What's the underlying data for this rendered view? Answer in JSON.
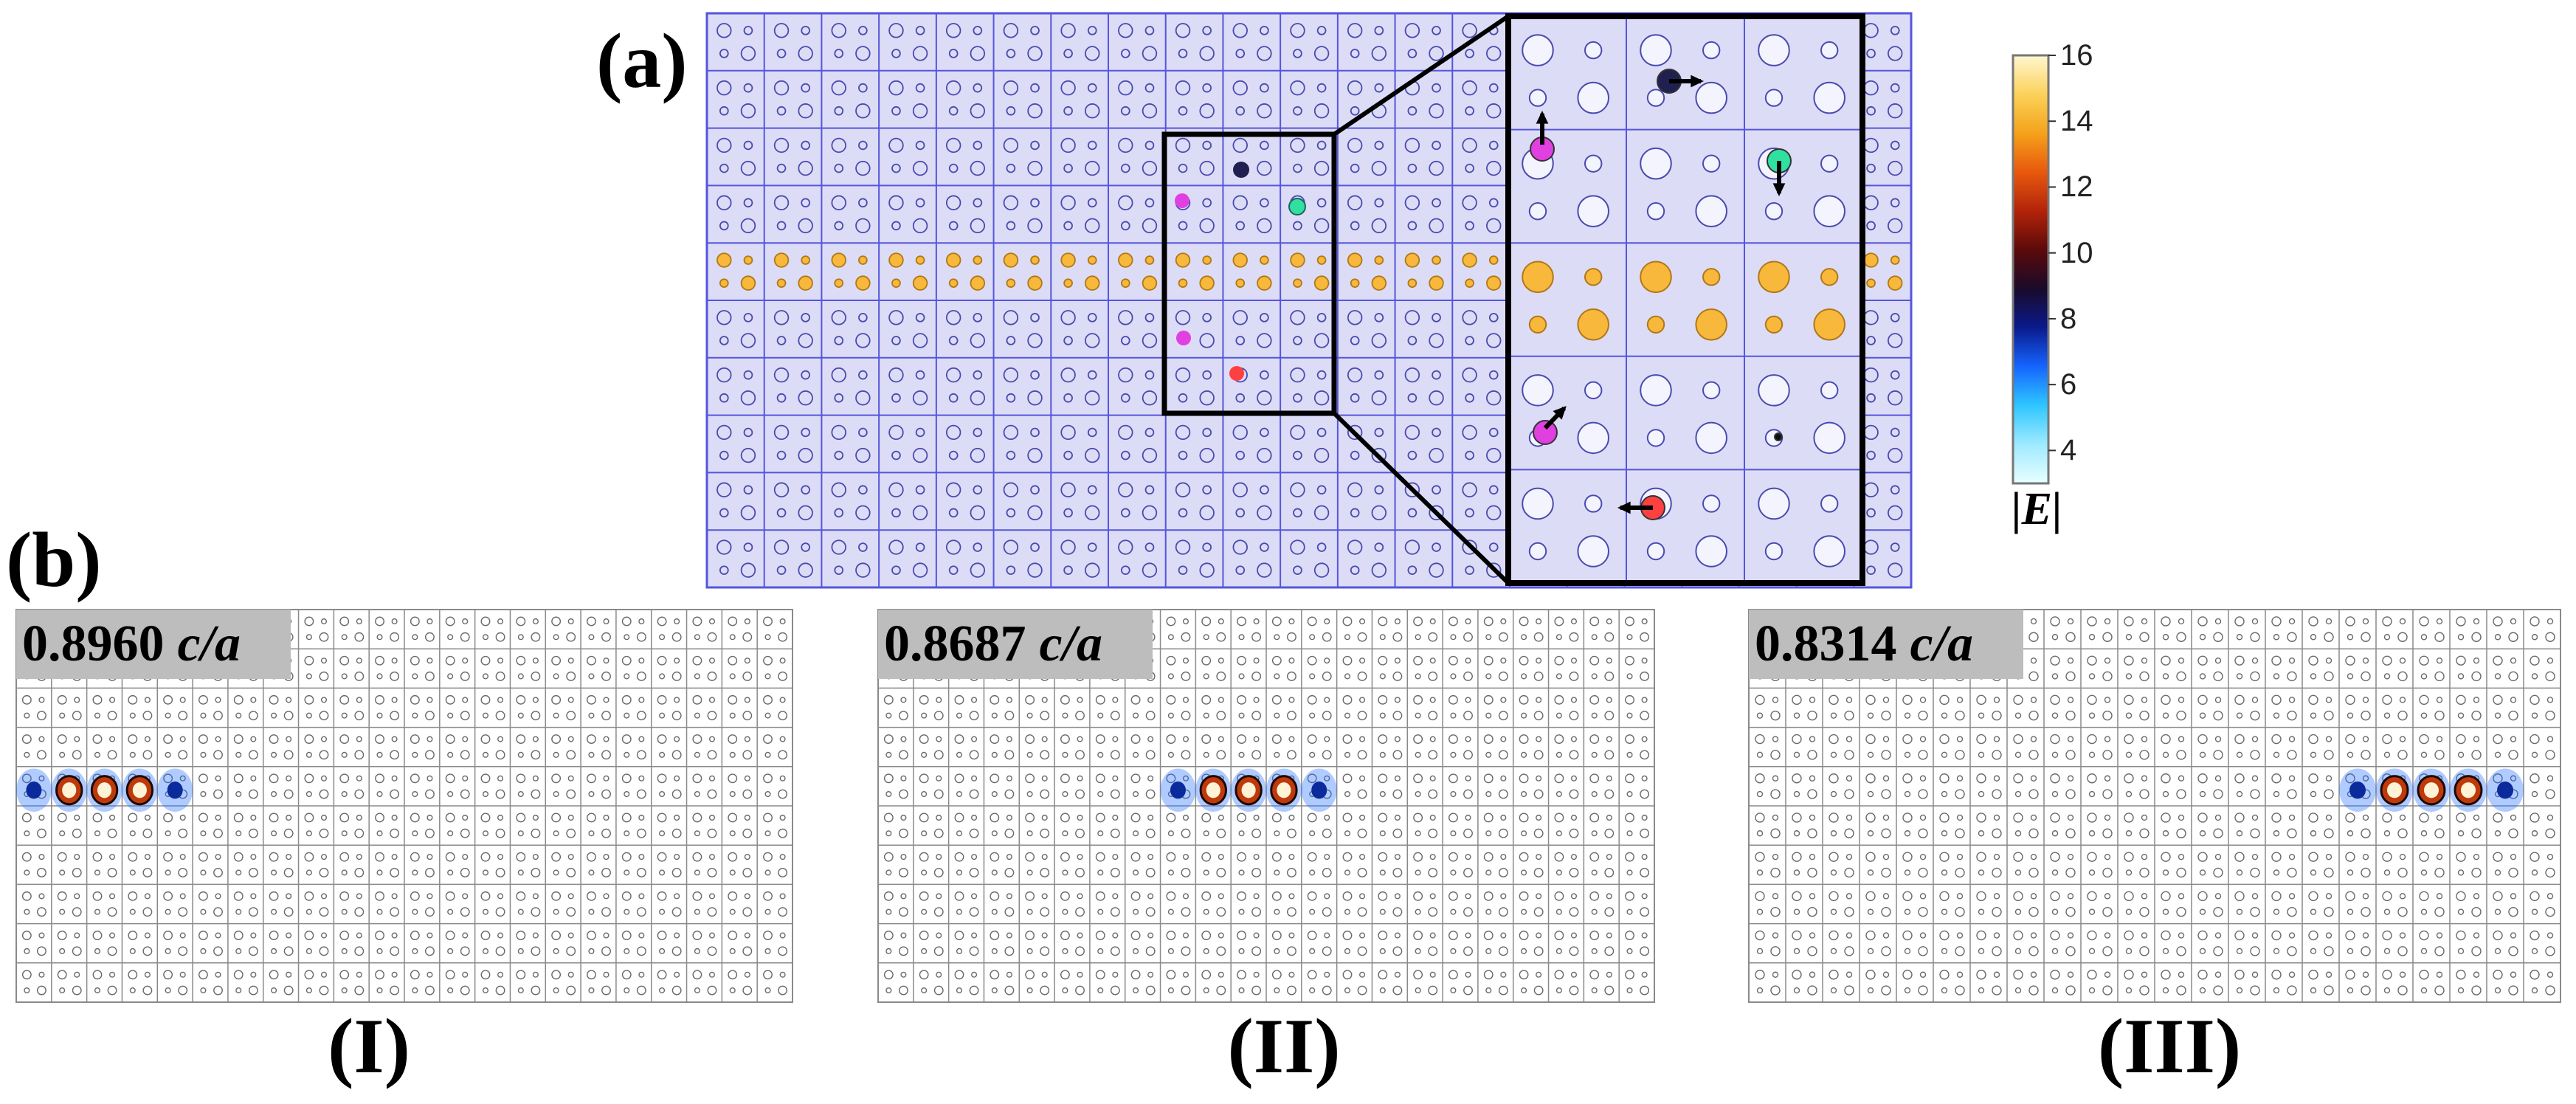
{
  "panel_a": {
    "label": "(a)",
    "colorbar": {
      "title": "|E|",
      "ticks": [
        "16",
        "14",
        "12",
        "10",
        "8",
        "6",
        "4"
      ],
      "range": [
        3,
        16
      ],
      "colormap": [
        "#e8ffff",
        "#9feaff",
        "#2ec6ff",
        "#1565ff",
        "#0a1a8c",
        "#1a0a2a",
        "#5a0a0a",
        "#b2230a",
        "#e8580e",
        "#f5a21a",
        "#fbd25a",
        "#fff7d0"
      ]
    },
    "colors": {
      "lattice_fill": "#dcdcf6",
      "grid_line": "#5555dd",
      "hole_stroke": "#4a4ab0",
      "waveguide_hole": "#f8b83c",
      "marker_magenta": "#e040e0",
      "marker_navy": "#202050",
      "marker_teal": "#30e0a0",
      "marker_red": "#ff4040",
      "zoom_frame": "#000000"
    }
  },
  "panel_b": {
    "label": "(b)",
    "cases": [
      {
        "label": "(I)",
        "frequency": "0.8960",
        "unit": "c/a",
        "field_peak_column": 2
      },
      {
        "label": "(II)",
        "frequency": "0.8687",
        "unit": "c/a",
        "field_peak_column": 10
      },
      {
        "label": "(III)",
        "frequency": "0.8314",
        "unit": "c/a",
        "field_peak_column": 18
      }
    ],
    "colors": {
      "grid_line": "#8a8a8a",
      "hole_stroke": "#6a6a6a",
      "background": "#ffffff"
    }
  }
}
